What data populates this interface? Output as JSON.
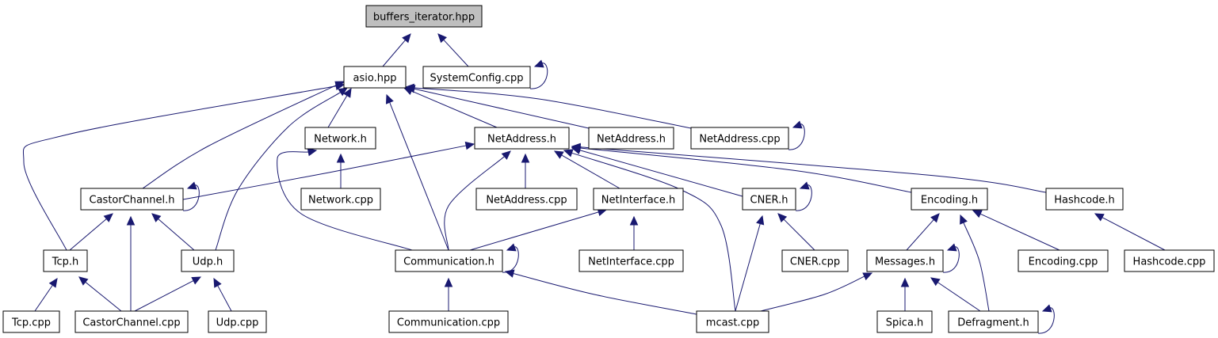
{
  "diagram": {
    "nodes": [
      {
        "id": "buffers_iterator_hpp",
        "label": "buffers_iterator.hpp",
        "root": true
      },
      {
        "id": "asio_hpp",
        "label": "asio.hpp"
      },
      {
        "id": "systemconfig_cpp",
        "label": "SystemConfig.cpp"
      },
      {
        "id": "network_h",
        "label": "Network.h"
      },
      {
        "id": "netaddress_h",
        "label": "NetAddress.h"
      },
      {
        "id": "netaddress_h_2",
        "label": "NetAddress.h"
      },
      {
        "id": "netaddress_cpp",
        "label": "NetAddress.cpp"
      },
      {
        "id": "castorchannel_h",
        "label": "CastorChannel.h"
      },
      {
        "id": "network_cpp",
        "label": "Network.cpp"
      },
      {
        "id": "netaddress_cpp_2",
        "label": "NetAddress.cpp"
      },
      {
        "id": "netinterface_h",
        "label": "NetInterface.h"
      },
      {
        "id": "cner_h",
        "label": "CNER.h"
      },
      {
        "id": "encoding_h",
        "label": "Encoding.h"
      },
      {
        "id": "hashcode_h",
        "label": "Hashcode.h"
      },
      {
        "id": "tcp_h",
        "label": "Tcp.h"
      },
      {
        "id": "udp_h",
        "label": "Udp.h"
      },
      {
        "id": "communication_h",
        "label": "Communication.h"
      },
      {
        "id": "netinterface_cpp",
        "label": "NetInterface.cpp"
      },
      {
        "id": "cner_cpp",
        "label": "CNER.cpp"
      },
      {
        "id": "messages_h",
        "label": "Messages.h"
      },
      {
        "id": "encoding_cpp",
        "label": "Encoding.cpp"
      },
      {
        "id": "hashcode_cpp",
        "label": "Hashcode.cpp"
      },
      {
        "id": "tcp_cpp",
        "label": "Tcp.cpp"
      },
      {
        "id": "castorchannel_cpp",
        "label": "CastorChannel.cpp"
      },
      {
        "id": "udp_cpp",
        "label": "Udp.cpp"
      },
      {
        "id": "communication_cpp",
        "label": "Communication.cpp"
      },
      {
        "id": "mcast_cpp",
        "label": "mcast.cpp"
      },
      {
        "id": "spica_h",
        "label": "Spica.h"
      },
      {
        "id": "defragment_h",
        "label": "Defragment.h"
      }
    ],
    "edges": [
      {
        "from": "asio_hpp",
        "to": "buffers_iterator_hpp"
      },
      {
        "from": "systemconfig_cpp",
        "to": "buffers_iterator_hpp"
      },
      {
        "from": "systemconfig_cpp",
        "to": "systemconfig_cpp"
      },
      {
        "from": "tcp_h",
        "to": "asio_hpp"
      },
      {
        "from": "castorchannel_h",
        "to": "asio_hpp"
      },
      {
        "from": "udp_h",
        "to": "asio_hpp"
      },
      {
        "from": "network_h",
        "to": "asio_hpp"
      },
      {
        "from": "communication_h",
        "to": "asio_hpp"
      },
      {
        "from": "netaddress_h",
        "to": "asio_hpp"
      },
      {
        "from": "netaddress_h_2",
        "to": "asio_hpp"
      },
      {
        "from": "netaddress_cpp",
        "to": "asio_hpp"
      },
      {
        "from": "netaddress_cpp",
        "to": "netaddress_cpp"
      },
      {
        "from": "network_cpp",
        "to": "network_h"
      },
      {
        "from": "communication_h",
        "to": "network_h"
      },
      {
        "from": "castorchannel_h",
        "to": "netaddress_h"
      },
      {
        "from": "communication_h",
        "to": "netaddress_h"
      },
      {
        "from": "netaddress_cpp_2",
        "to": "netaddress_h"
      },
      {
        "from": "netinterface_h",
        "to": "netaddress_h"
      },
      {
        "from": "mcast_cpp",
        "to": "netaddress_h"
      },
      {
        "from": "cner_h",
        "to": "netaddress_h"
      },
      {
        "from": "encoding_h",
        "to": "netaddress_h"
      },
      {
        "from": "hashcode_h",
        "to": "netaddress_h"
      },
      {
        "from": "castorchannel_h",
        "to": "castorchannel_h"
      },
      {
        "from": "tcp_h",
        "to": "castorchannel_h"
      },
      {
        "from": "castorchannel_cpp",
        "to": "castorchannel_h"
      },
      {
        "from": "udp_h",
        "to": "castorchannel_h"
      },
      {
        "from": "communication_h",
        "to": "netinterface_h"
      },
      {
        "from": "netinterface_cpp",
        "to": "netinterface_h"
      },
      {
        "from": "cner_h",
        "to": "cner_h"
      },
      {
        "from": "mcast_cpp",
        "to": "cner_h"
      },
      {
        "from": "cner_cpp",
        "to": "cner_h"
      },
      {
        "from": "messages_h",
        "to": "encoding_h"
      },
      {
        "from": "defragment_h",
        "to": "encoding_h"
      },
      {
        "from": "encoding_cpp",
        "to": "encoding_h"
      },
      {
        "from": "hashcode_cpp",
        "to": "hashcode_h"
      },
      {
        "from": "tcp_cpp",
        "to": "tcp_h"
      },
      {
        "from": "castorchannel_cpp",
        "to": "tcp_h"
      },
      {
        "from": "castorchannel_cpp",
        "to": "udp_h"
      },
      {
        "from": "udp_cpp",
        "to": "udp_h"
      },
      {
        "from": "communication_h",
        "to": "communication_h"
      },
      {
        "from": "communication_cpp",
        "to": "communication_h"
      },
      {
        "from": "mcast_cpp",
        "to": "communication_h"
      },
      {
        "from": "messages_h",
        "to": "messages_h"
      },
      {
        "from": "mcast_cpp",
        "to": "messages_h"
      },
      {
        "from": "spica_h",
        "to": "messages_h"
      },
      {
        "from": "defragment_h",
        "to": "messages_h"
      },
      {
        "from": "defragment_h",
        "to": "defragment_h"
      }
    ],
    "colors": {
      "edge": "#191970",
      "root_fill": "#bfbfbf",
      "node_fill": "#ffffff",
      "node_stroke": "#000000"
    }
  }
}
